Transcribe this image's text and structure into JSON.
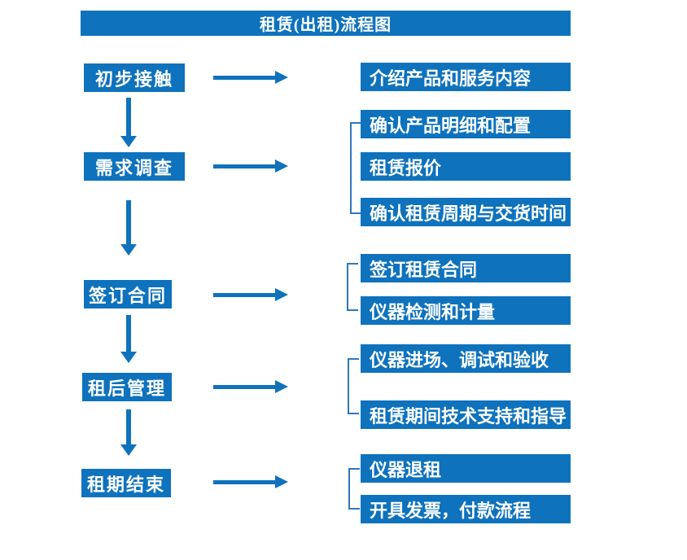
{
  "title": "租赁(出租)流程图",
  "colors": {
    "box_blue": "#0e72bd",
    "bracket_blue": "#2e78bc",
    "text_white": "#ffffff",
    "background": "#ffffff"
  },
  "steps": [
    {
      "label": "初步接触",
      "details": [
        "介绍产品和服务内容"
      ]
    },
    {
      "label": "需求调查",
      "details": [
        "确认产品明细和配置",
        "租赁报价",
        "确认租赁周期与交货时间"
      ]
    },
    {
      "label": "签订合同",
      "details": [
        "签订租赁合同",
        "仪器检测和计量"
      ]
    },
    {
      "label": "租后管理",
      "details": [
        "仪器进场、调试和验收",
        "租赁期间技术支持和指导"
      ]
    },
    {
      "label": "租期结束",
      "details": [
        "仪器退租",
        "开具发票，付款流程"
      ]
    }
  ]
}
